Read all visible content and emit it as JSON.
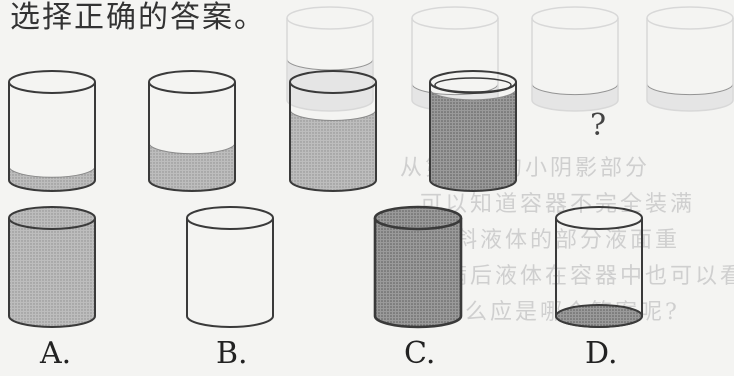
{
  "instruction": "选择正确的答案。",
  "question_mark": "?",
  "faint_text": {
    "line1": "从第四图的小阴影部分",
    "line2": "可以知道容器不完全装满",
    "line3": "倾斜液体的部分液面重",
    "line4": "装满后液体在容器中也可以看到",
    "line5": "那么应是哪个答案呢?"
  },
  "sequence": [
    {
      "fill_fraction": 0.14
    },
    {
      "fill_fraction": 0.38
    },
    {
      "fill_fraction": 0.72
    },
    {
      "fill_fraction": 0.93
    }
  ],
  "options": [
    {
      "label": "A.",
      "fill_fraction": 1.0
    },
    {
      "label": "B.",
      "fill_fraction": 0.0
    },
    {
      "label": "C.",
      "fill_fraction": 1.0
    },
    {
      "label": "D.",
      "fill_fraction": 0.04
    }
  ],
  "colors": {
    "liquid": "#b9b9b9",
    "liquid_dark": "#9c9c9c",
    "outline": "#3a3a3a",
    "faint": "#d6d6d6"
  }
}
